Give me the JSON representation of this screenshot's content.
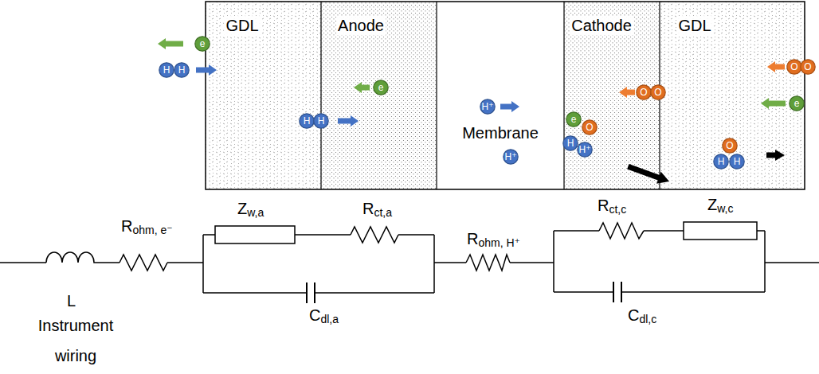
{
  "diagram": {
    "nodes": [
      {
        "text": [
          "e"
        ]
      },
      {
        "text": [
          "H"
        ]
      },
      {
        "text": [
          "H"
        ]
      },
      {
        "text": [
          "GDL"
        ]
      },
      {
        "text": [
          "H"
        ],
        "in": 3
      },
      {
        "text": [
          "H"
        ],
        "in": 3
      },
      {
        "text": [
          "Anode"
        ]
      },
      {
        "text": [
          "e"
        ],
        "in": 6
      },
      {
        "text": [
          "Membrane"
        ]
      },
      {
        "text": [
          "H⁺"
        ],
        "in": 8
      },
      {
        "text": [
          "H⁺"
        ],
        "in": 8
      },
      {
        "text": [
          "Cathode"
        ]
      },
      {
        "text": [
          "e"
        ],
        "in": 11
      },
      {
        "text": [
          "O"
        ],
        "in": 11
      },
      {
        "text": [
          "H"
        ],
        "in": 11
      },
      {
        "text": [
          "H⁺"
        ],
        "in": 11
      },
      {
        "text": [
          "O"
        ],
        "in": 11
      },
      {
        "text": [
          "GDL"
        ]
      },
      {
        "text": [
          "O"
        ],
        "in": 17
      },
      {
        "text": [
          "O"
        ],
        "in": 17
      },
      {
        "text": [
          "O"
        ],
        "in": 17
      },
      {
        "text": [
          "e"
        ],
        "in": 17
      },
      {
        "text": [
          "O"
        ],
        "in": 17
      },
      {
        "text": [
          "H"
        ],
        "in": 17
      },
      {
        "text": [
          "H"
        ],
        "in": 17
      }
    ],
    "labels": [
      "L",
      "Instrument wiring",
      "R",
      "ohm, e⁻",
      "Z",
      "w,a",
      "R",
      "ct,a",
      "C",
      "dl,a",
      "R",
      "ohm, H⁺",
      "R",
      "ct,c",
      "Z",
      "w,c",
      "C",
      "dl,c"
    ]
  }
}
